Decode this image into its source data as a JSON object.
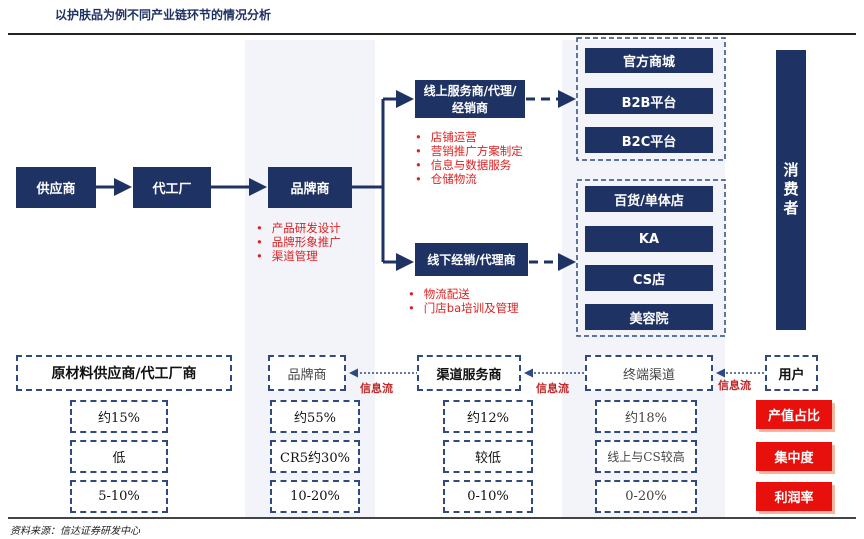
{
  "title": "以护肤品为例不同产业链环节的情况分析",
  "flow": {
    "supplier": "供应商",
    "oem": "代工厂",
    "brand": "品牌商",
    "online_agent": "线上服务商/代理/经销商",
    "offline_agent": "线下经销/代理商",
    "consumer": "消费者"
  },
  "brand_bullets": [
    "产品研发设计",
    "品牌形象推广",
    "渠道管理"
  ],
  "online_bullets": [
    "店铺运营",
    "营销推广方案制定",
    "信息与数据服务",
    "仓储物流"
  ],
  "offline_bullets": [
    "物流配送",
    "门店ba培训及管理"
  ],
  "online_channels": [
    "官方商城",
    "B2B平台",
    "B2C平台"
  ],
  "offline_channels": [
    "百货/单体店",
    "KA",
    "CS店",
    "美容院"
  ],
  "table": {
    "headers": [
      "原材料供应商/代工厂商",
      "品牌商",
      "渠道服务商",
      "终端渠道",
      "用户"
    ],
    "info_flow": "信息流",
    "metrics": [
      "产值占比",
      "集中度",
      "利润率"
    ],
    "columns": [
      [
        "约15%",
        "低",
        "5-10%"
      ],
      [
        "约55%",
        "CR5约30%",
        "10-20%"
      ],
      [
        "约12%",
        "较低",
        "0-10%"
      ],
      [
        "约18%",
        "线上与CS较高",
        "0-20%"
      ]
    ]
  },
  "source": "资料来源：信达证券研发中心"
}
